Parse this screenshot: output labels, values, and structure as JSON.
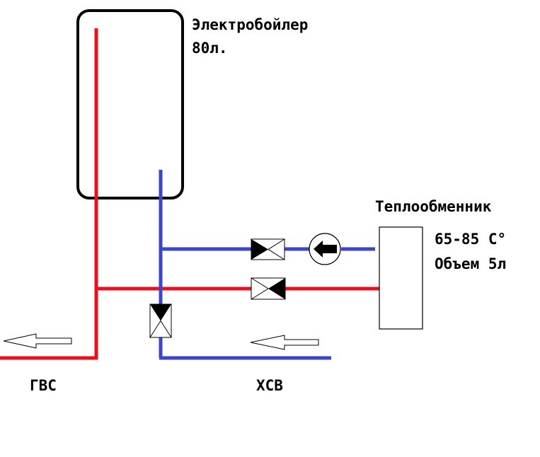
{
  "colors": {
    "hot": "#e8101e",
    "cold": "#3c46c8",
    "outline": "#000000",
    "background": "#ffffff"
  },
  "boiler": {
    "name": "Электробойлер",
    "volume": "80л."
  },
  "exchanger": {
    "name": "Теплообменник",
    "temp": "65-85 C°",
    "volume": "Объем 5л"
  },
  "labels": {
    "hot_water": "ГВС",
    "cold_water": "ХСВ"
  },
  "icons": [
    "valve-icon",
    "pump-icon",
    "flow-arrow-icon"
  ]
}
